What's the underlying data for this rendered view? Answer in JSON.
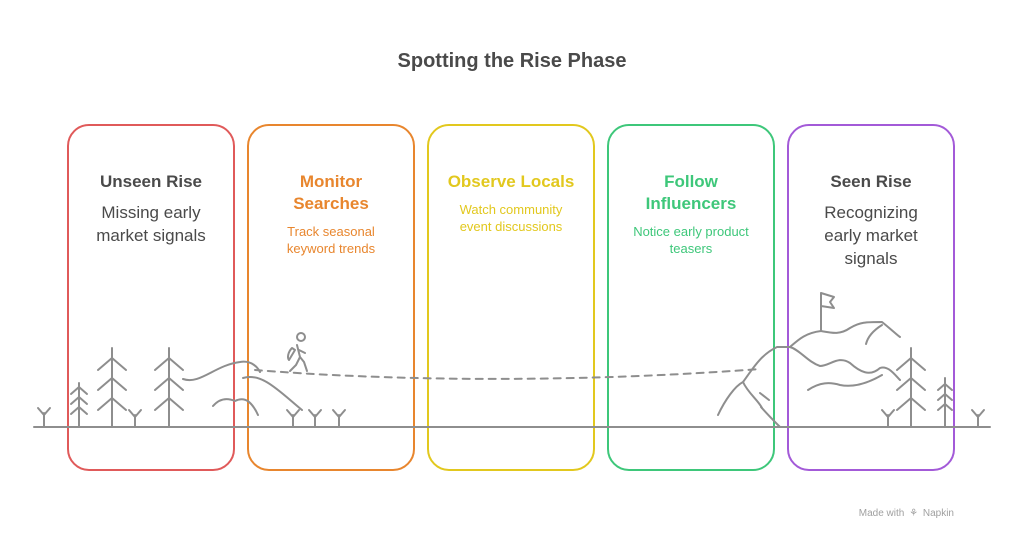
{
  "title": "Spotting the Rise Phase",
  "cards": [
    {
      "title": "Unseen Rise",
      "description": "Missing early market signals",
      "color": "#e05a5a",
      "title_color": "#4a4a4a",
      "desc_color": "#4a4a4a"
    },
    {
      "title": "Monitor Searches",
      "description": "Track seasonal keyword trends",
      "color": "#e8862e",
      "title_color": "#e8862e",
      "desc_color": "#e8862e"
    },
    {
      "title": "Observe Locals",
      "description": "Watch community event discussions",
      "color": "#e2c81e",
      "title_color": "#e2c81e",
      "desc_color": "#e2c81e"
    },
    {
      "title": "Follow Influencers",
      "description": "Notice early product teasers",
      "color": "#3ec77a",
      "title_color": "#3ec77a",
      "desc_color": "#3ec77a"
    },
    {
      "title": "Seen Rise",
      "description": "Recognizing early market signals",
      "color": "#a35ad8",
      "title_color": "#4a4a4a",
      "desc_color": "#4a4a4a"
    }
  ],
  "illustration": {
    "left_scene": "trees-and-hill",
    "hiker": "hiker-icon",
    "right_scene": "mountain-with-flag",
    "path_style": "dashed"
  },
  "footer": {
    "made_with": "Made with",
    "brand": "Napkin",
    "icon": "napkin-icon"
  }
}
